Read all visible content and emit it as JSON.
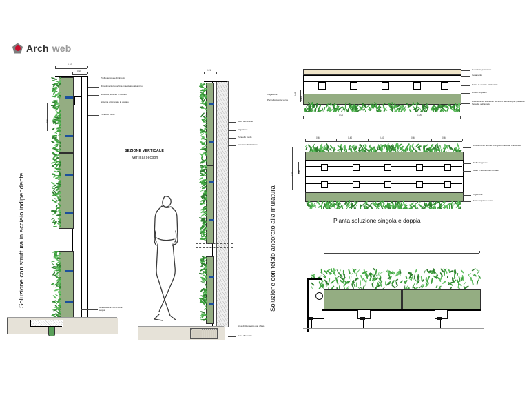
{
  "logo": {
    "text_primary": "Arch",
    "text_secondary": "web",
    "icon": "archweb-pentagon-icon"
  },
  "vertical_labels": {
    "left": "Soluzione con struttura in acciaio indipendente",
    "middle": "Soluzione con telaio ancorato alla  muratura"
  },
  "section_title": {
    "line1": "SEZIONE VERTICALE",
    "line2": "vertical section"
  },
  "plan_caption": "Pianta soluzione singola e doppia",
  "section_left": {
    "dims": {
      "top_width": "0.40",
      "top_inner": "0.16",
      "side_height": "0.40"
    },
    "callouts": [
      "Profilo angolare di rinforzo",
      "Rivestimento/copertina in acciaio o alluminio",
      "Struttura portante in acciaio",
      "Sistema orizzontale in acciaio",
      "Pannello verde"
    ],
    "bottom_callout": "Grata di scarico/raccolta acqua"
  },
  "section_middle": {
    "dims": {
      "top_width": "0.21"
    },
    "callouts": [
      "Muro di cemento",
      "Irrigazione",
      "Pannello verde",
      "Impermeabilizzazione"
    ],
    "bottom_callouts": [
      "Area di drenaggio con ghiaia",
      "Tubo di scarico"
    ]
  },
  "plan_upper": {
    "dims_vertical": [
      "0.40",
      "0.16"
    ],
    "dims_horizontal": [
      "1.00",
      "1.00"
    ],
    "callouts": [
      "Copertura posteriore",
      "Isolamento",
      "Telaio in acciaio orizzontale",
      "Profilo angolare",
      "Rivestimento laterale in acciaio o alluminio per garantire l'assetto dell'angolo"
    ]
  },
  "plan_lower": {
    "dims_vertical": [
      "0.70",
      "0.16"
    ],
    "dims_horizontal": [
      "0.40",
      "0.40",
      "0.40",
      "0.40",
      "0.40"
    ],
    "callouts": [
      "Rivestimento laterale d'angolo in acciaio o alluminio",
      "Profilo angolare",
      "Telaio in acciaio orizzontale",
      "Irrigazione",
      "Pannello parete verde"
    ]
  },
  "colors": {
    "foliage": "#3fa23f",
    "panel_fill": "#9bb38a",
    "line": "#000000",
    "logo_red": "#c8102e",
    "logo_grey": "#9a9a9a"
  }
}
